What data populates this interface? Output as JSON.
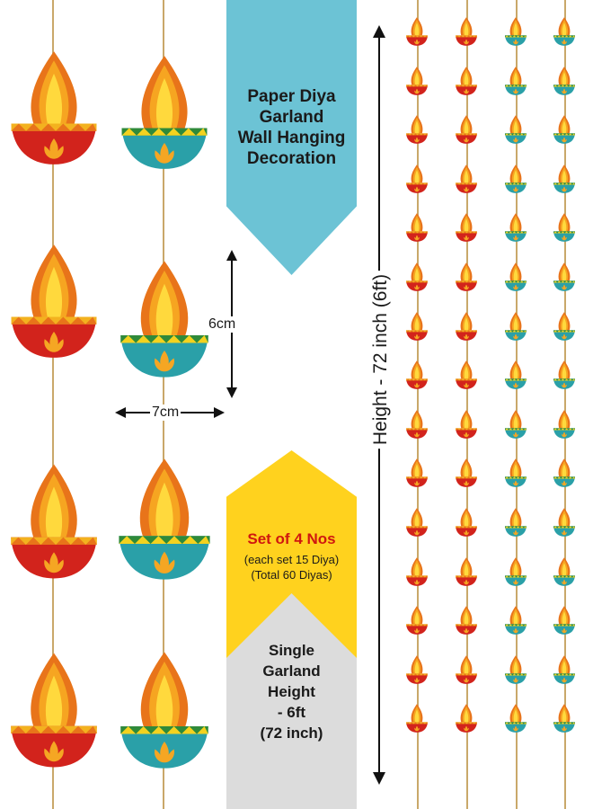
{
  "title_banner": {
    "lines": [
      "Paper Diya",
      "Garland",
      "Wall Hanging",
      "Decoration"
    ],
    "color": "#6cc3d5"
  },
  "dimensions": {
    "height_label": "6cm",
    "width_label": "7cm"
  },
  "set_banner": {
    "headline": "Set of 4 Nos",
    "sub1": "(each set 15 Diya)",
    "sub2": "(Total 60 Diyas)",
    "color": "#ffd21e",
    "headline_color": "#d0170f"
  },
  "single_banner": {
    "lines": [
      "Single",
      "Garland",
      "Height",
      "- 6ft",
      "(72 inch)"
    ],
    "color": "#dcdcdc"
  },
  "garland_height_label": "Height - 72 inch  (6ft)",
  "colors": {
    "red_base": "#d2231c",
    "teal_base": "#2aa0a8",
    "flame_outer": "#f39a1e",
    "flame_inner": "#ffd23a",
    "lotus": "#f5a623",
    "string": "#c9a86a"
  },
  "icons": [
    "diya-lamp-icon",
    "lotus-icon",
    "arrow-vertical-icon",
    "arrow-horizontal-icon"
  ]
}
